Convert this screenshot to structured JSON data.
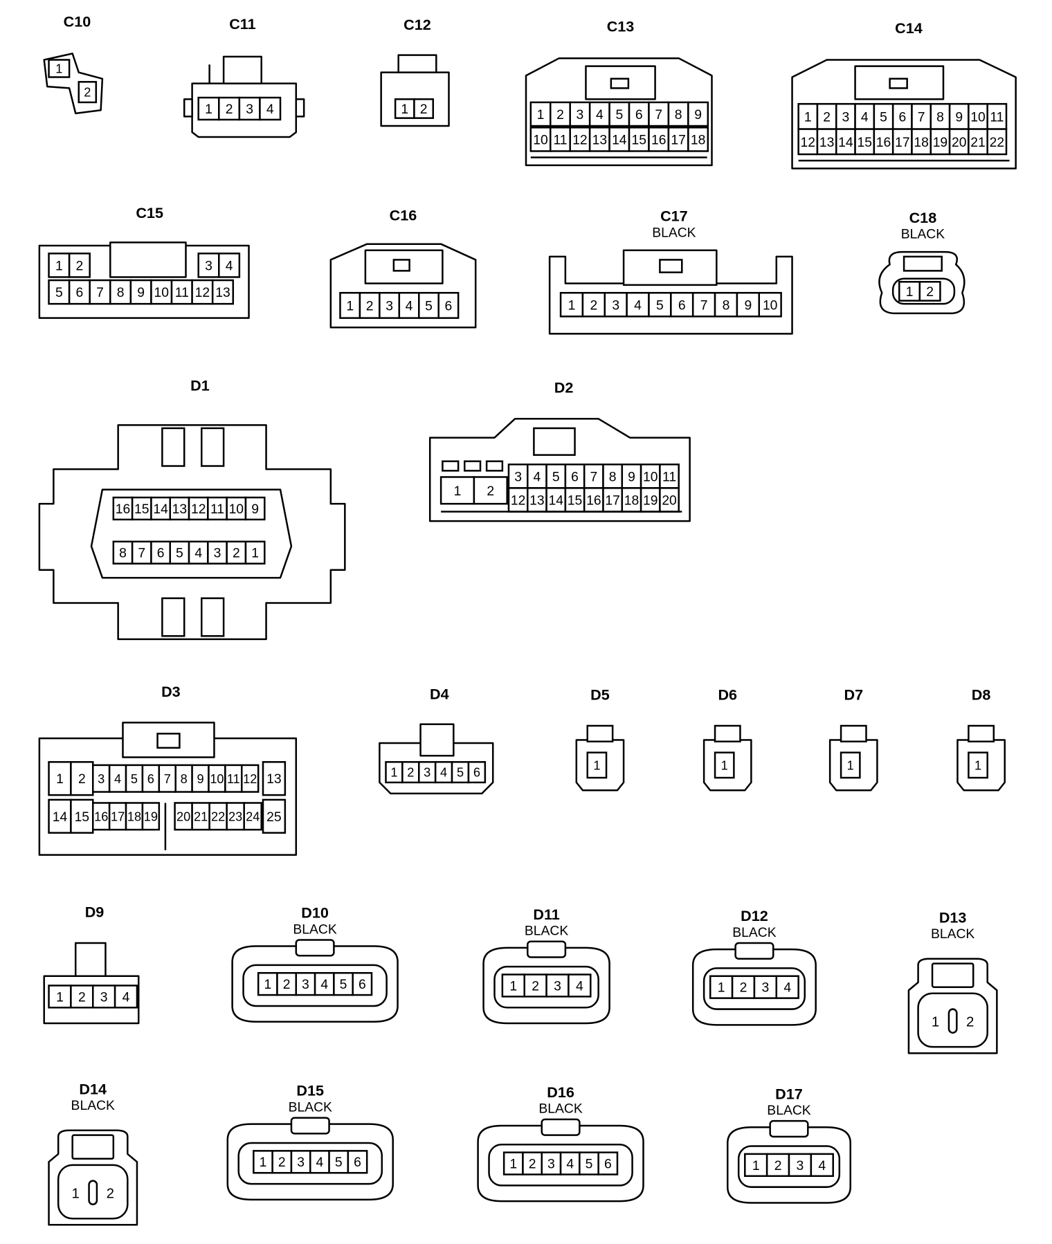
{
  "connectors": [
    {
      "id": "C10",
      "pins": [
        "1",
        "2"
      ]
    },
    {
      "id": "C11",
      "pins": [
        "1",
        "2",
        "3",
        "4"
      ]
    },
    {
      "id": "C12",
      "pins": [
        "1",
        "2"
      ]
    },
    {
      "id": "C13",
      "pins": [
        "1",
        "2",
        "3",
        "4",
        "5",
        "6",
        "7",
        "8",
        "9",
        "10",
        "11",
        "12",
        "13",
        "14",
        "15",
        "16",
        "17",
        "18"
      ]
    },
    {
      "id": "C14",
      "pins": [
        "1",
        "2",
        "3",
        "4",
        "5",
        "6",
        "7",
        "8",
        "9",
        "10",
        "11",
        "12",
        "13",
        "14",
        "15",
        "16",
        "17",
        "18",
        "19",
        "20",
        "21",
        "22"
      ]
    },
    {
      "id": "C15",
      "pins": [
        "1",
        "2",
        "3",
        "4",
        "5",
        "6",
        "7",
        "8",
        "9",
        "10",
        "11",
        "12",
        "13"
      ]
    },
    {
      "id": "C16",
      "pins": [
        "1",
        "2",
        "3",
        "4",
        "5",
        "6"
      ]
    },
    {
      "id": "C17",
      "color": "BLACK",
      "pins": [
        "1",
        "2",
        "3",
        "4",
        "5",
        "6",
        "7",
        "8",
        "9",
        "10"
      ]
    },
    {
      "id": "C18",
      "color": "BLACK",
      "pins": [
        "1",
        "2"
      ]
    },
    {
      "id": "D1",
      "pins": [
        "16",
        "15",
        "14",
        "13",
        "12",
        "11",
        "10",
        "9",
        "8",
        "7",
        "6",
        "5",
        "4",
        "3",
        "2",
        "1"
      ]
    },
    {
      "id": "D2",
      "pins": [
        "1",
        "2",
        "3",
        "4",
        "5",
        "6",
        "7",
        "8",
        "9",
        "10",
        "11",
        "12",
        "13",
        "14",
        "15",
        "16",
        "17",
        "18",
        "19",
        "20"
      ]
    },
    {
      "id": "D3",
      "pins": [
        "1",
        "2",
        "3",
        "4",
        "5",
        "6",
        "7",
        "8",
        "9",
        "10",
        "11",
        "12",
        "13",
        "14",
        "15",
        "16",
        "17",
        "18",
        "19",
        "20",
        "21",
        "22",
        "23",
        "24",
        "25"
      ]
    },
    {
      "id": "D4",
      "pins": [
        "1",
        "2",
        "3",
        "4",
        "5",
        "6"
      ]
    },
    {
      "id": "D5",
      "pins": [
        "1"
      ]
    },
    {
      "id": "D6",
      "pins": [
        "1"
      ]
    },
    {
      "id": "D7",
      "pins": [
        "1"
      ]
    },
    {
      "id": "D8",
      "pins": [
        "1"
      ]
    },
    {
      "id": "D9",
      "pins": [
        "1",
        "2",
        "3",
        "4"
      ]
    },
    {
      "id": "D10",
      "color": "BLACK",
      "pins": [
        "1",
        "2",
        "3",
        "4",
        "5",
        "6"
      ]
    },
    {
      "id": "D11",
      "color": "BLACK",
      "pins": [
        "1",
        "2",
        "3",
        "4"
      ]
    },
    {
      "id": "D12",
      "color": "BLACK",
      "pins": [
        "1",
        "2",
        "3",
        "4"
      ]
    },
    {
      "id": "D13",
      "color": "BLACK",
      "pins": [
        "1",
        "2"
      ]
    },
    {
      "id": "D14",
      "color": "BLACK",
      "pins": [
        "1",
        "2"
      ]
    },
    {
      "id": "D15",
      "color": "BLACK",
      "pins": [
        "1",
        "2",
        "3",
        "4",
        "5",
        "6"
      ]
    },
    {
      "id": "D16",
      "color": "BLACK",
      "pins": [
        "1",
        "2",
        "3",
        "4",
        "5",
        "6"
      ]
    },
    {
      "id": "D17",
      "color": "BLACK",
      "pins": [
        "1",
        "2",
        "3",
        "4"
      ]
    }
  ]
}
